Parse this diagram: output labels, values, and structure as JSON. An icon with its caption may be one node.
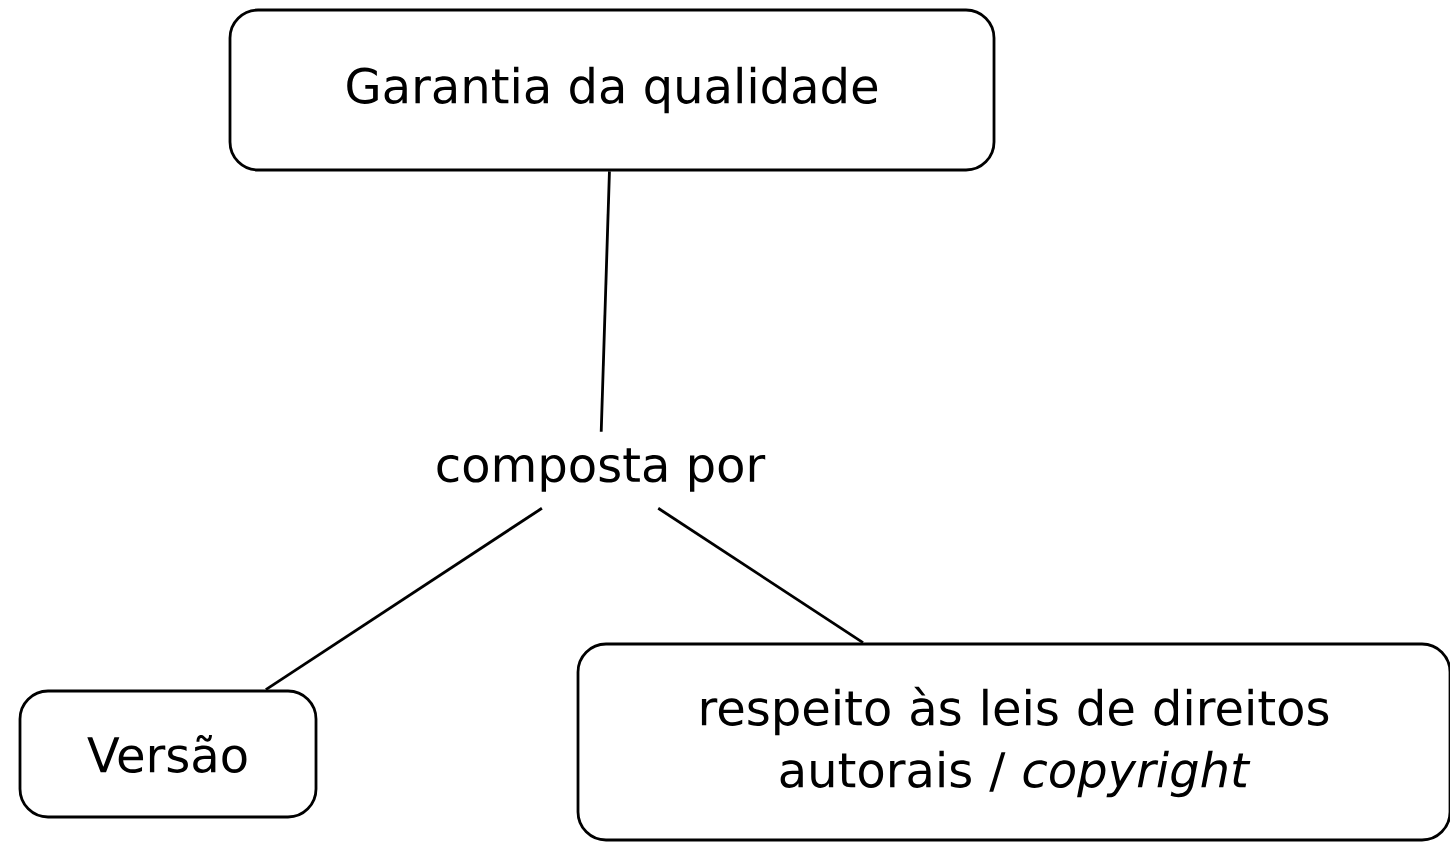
{
  "diagram": {
    "nodes": [
      {
        "text": [
          "Garantia da qualidade"
        ]
      },
      {
        "text": [
          "composta por"
        ]
      },
      {
        "text": [
          "Versão"
        ]
      },
      {
        "text": [
          "respeito às leis de direitos autorais / *copyright*"
        ]
      }
    ],
    "edges": [
      {
        "from": 0,
        "to": 1,
        "arrow": "none"
      },
      {
        "from": 1,
        "to": 2,
        "arrow": "none"
      },
      {
        "from": 1,
        "to": 3,
        "arrow": "none"
      }
    ]
  }
}
